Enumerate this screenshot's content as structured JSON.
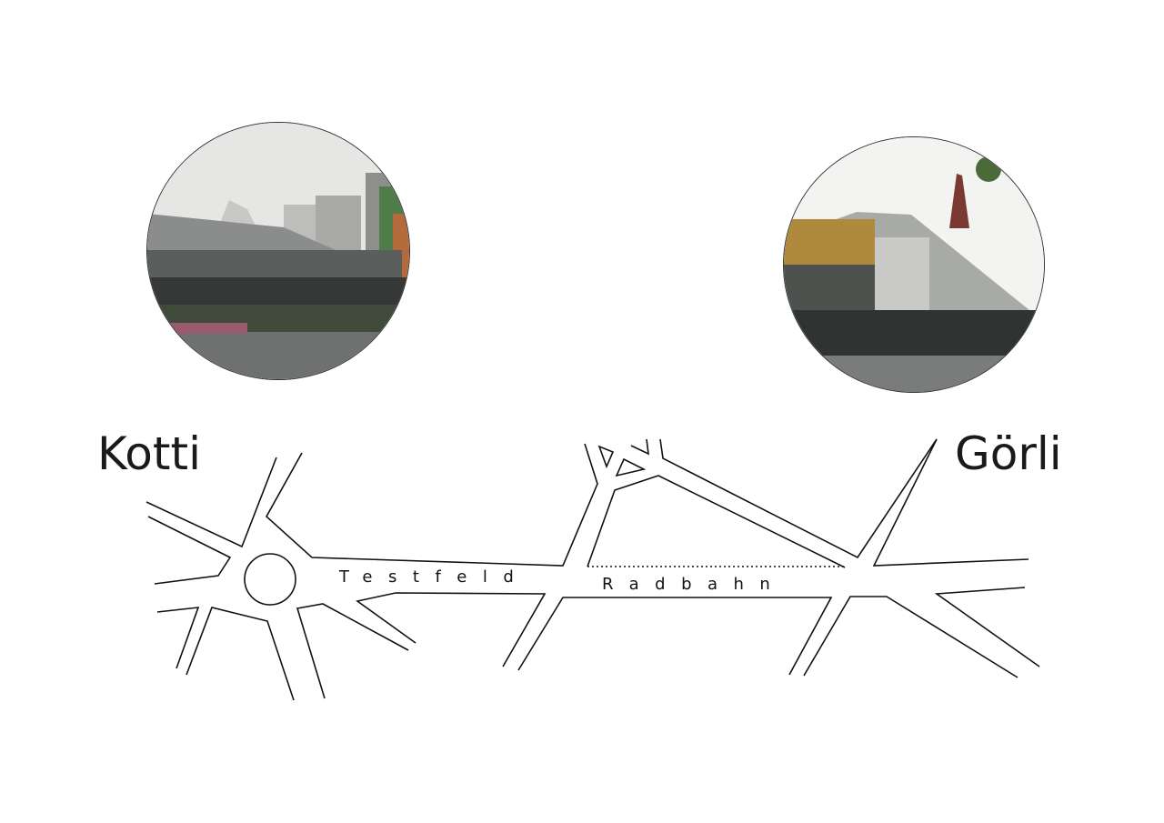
{
  "places": {
    "left": "Kotti",
    "right": "Görli"
  },
  "road_labels": {
    "first": "Testfeld",
    "second": "Radbahn"
  },
  "photos": [
    {
      "name": "kotti-photo",
      "icon": "elevated-station-photo"
    },
    {
      "name": "gorli-photo",
      "icon": "elevated-station-photo"
    }
  ],
  "colors": {
    "line": "#111111",
    "text": "#1a1a1a"
  }
}
